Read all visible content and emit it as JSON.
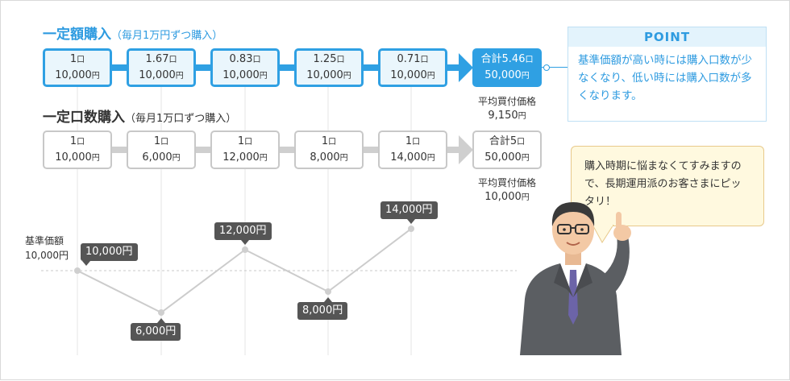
{
  "fixed_amount": {
    "title": "一定額購入",
    "subtitle": "（毎月1万円ずつ購入）",
    "boxes": [
      {
        "units": "1口",
        "amount": "10,000円"
      },
      {
        "units": "1.67口",
        "amount": "10,000円"
      },
      {
        "units": "0.83口",
        "amount": "10,000円"
      },
      {
        "units": "1.25口",
        "amount": "10,000円"
      },
      {
        "units": "0.71口",
        "amount": "10,000円"
      }
    ],
    "total": {
      "units": "合計5.46口",
      "amount": "50,000円"
    },
    "avg_label": "平均買付価格",
    "avg_value": "9,150円"
  },
  "fixed_units": {
    "title": "一定口数購入",
    "subtitle": "（毎月1万口ずつ購入）",
    "boxes": [
      {
        "units": "1口",
        "amount": "10,000円"
      },
      {
        "units": "1口",
        "amount": "6,000円"
      },
      {
        "units": "1口",
        "amount": "12,000円"
      },
      {
        "units": "1口",
        "amount": "8,000円"
      },
      {
        "units": "1口",
        "amount": "14,000円"
      }
    ],
    "total": {
      "units": "合計5口",
      "amount": "50,000円"
    },
    "avg_label": "平均買付価格",
    "avg_value": "10,000円"
  },
  "point": {
    "title": "POINT",
    "text": "基準価額が高い時には購入口数が少なくなり、低い時には購入口数が多くなります。"
  },
  "speech": {
    "text": "購入時期に悩まなくてすみますので、長期運用派のお客さまにピッタリ！"
  },
  "chart_data": {
    "type": "line",
    "ylabel": "基準価額",
    "ylabel_value": "10,000円",
    "x": [
      1,
      2,
      3,
      4,
      5
    ],
    "values": [
      10000,
      6000,
      12000,
      8000,
      14000
    ],
    "labels": [
      "10,000円",
      "6,000円",
      "12,000円",
      "8,000円",
      "14,000円"
    ],
    "grid": false
  },
  "colors": {
    "accent": "#2fa0e3",
    "grey": "#cfcfcf",
    "label_bg": "#555555",
    "bubble_bg": "#fff9df"
  }
}
